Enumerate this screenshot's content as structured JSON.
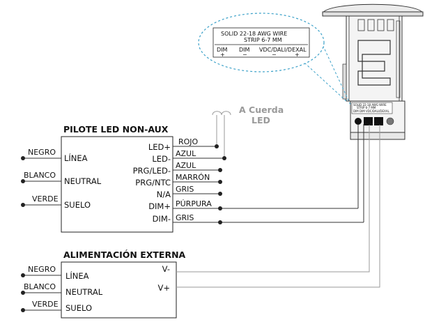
{
  "pilot_box": {
    "title": "PILOTE LED NON-AUX",
    "left_labels": [
      "LÍNEA",
      "NEUTRAL",
      "SUELO"
    ],
    "right_labels": [
      "LED+",
      "LED-",
      "PRG/LED-",
      "PRG/NTC",
      "N/A",
      "DIM+",
      "DIM-"
    ]
  },
  "pilot_wires": {
    "left": [
      "NEGRO",
      "BLANCO",
      "VERDE"
    ],
    "right": [
      "ROJO",
      "AZUL",
      "AZUL",
      "MARRÓN",
      "GRIS",
      "PÚRPURA",
      "GRIS"
    ]
  },
  "cord": {
    "line1": "A Cuerda",
    "line2": "LED"
  },
  "power_box": {
    "title": "ALIMENTACIÓN EXTERNA",
    "left_labels": [
      "LÍNEA",
      "NEUTRAL",
      "SUELO"
    ],
    "right_labels": [
      "V-",
      "V+"
    ]
  },
  "power_wires": {
    "left": [
      "NEGRO",
      "BLANCO",
      "VERDE"
    ]
  },
  "callout": {
    "line1": "SOLID    22-18 AWG WIRE",
    "line2": "STRIP    6-7 MM",
    "terms": [
      "DIM",
      "DIM",
      "VDC/DALI/DEXAL"
    ],
    "signs": [
      "+",
      "−",
      "−",
      "+"
    ]
  },
  "sensor_label": {
    "line1": "SOLID    22-18 AWG WIRE",
    "line2": "STRIP    6-7 MM",
    "terms": "DIM  DIM  VDC/DALI/DEXAL"
  }
}
